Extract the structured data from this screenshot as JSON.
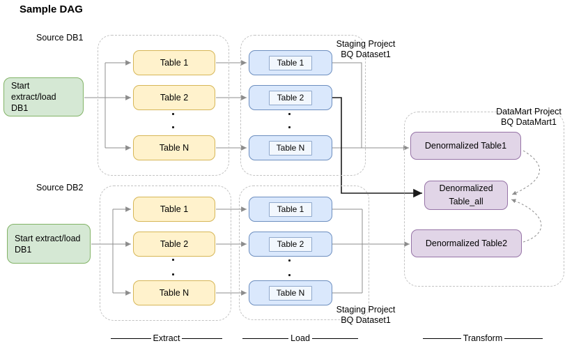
{
  "title": "Sample DAG",
  "labels": {
    "source_db1": "Source DB1",
    "source_db2": "Source DB2",
    "staging_top": {
      "line1": "Staging Project",
      "line2": "BQ Dataset1"
    },
    "staging_bottom": {
      "line1": "Staging Project",
      "line2": "BQ Dataset1"
    },
    "datamart": {
      "line1": "DataMart Project",
      "line2": "BQ DataMart1"
    }
  },
  "nodes": {
    "start1": {
      "line1": "Start extract/load",
      "line2": "DB1"
    },
    "start2": {
      "line1": "Start extract/load",
      "line2": "DB1"
    },
    "extract1_tables": [
      "Table 1",
      "Table 2",
      "Table N"
    ],
    "load1_tables": [
      "Table 1",
      "Table 2",
      "Table N"
    ],
    "extract2_tables": [
      "Table 1",
      "Table 2",
      "Table N"
    ],
    "load2_tables": [
      "Table 1",
      "Table 2",
      "Table N"
    ],
    "denormalized_table1": "Denormalized Table1",
    "denormalized_table_all": {
      "line1": "Denormalized",
      "line2": "Table_all"
    },
    "denormalized_table2": "Denormalized Table2"
  },
  "stages": {
    "extract": "Extract",
    "load": "Load",
    "transform": "Transform"
  },
  "colors": {
    "start_fill": "#d5e8d4",
    "start_border": "#82b366",
    "extract_fill": "#fff2cc",
    "extract_border": "#d6b656",
    "load_fill": "#dae8fc",
    "load_border": "#6c8ebf",
    "load_inner_fill": "#f2f7fd",
    "load_inner_border": "#8fa8cc",
    "transform_fill": "#e1d5e7",
    "transform_border": "#9673a6",
    "connector": "#8c8c8c",
    "connector_strong": "#1a1a1a",
    "group_border": "#c2c2c2"
  }
}
